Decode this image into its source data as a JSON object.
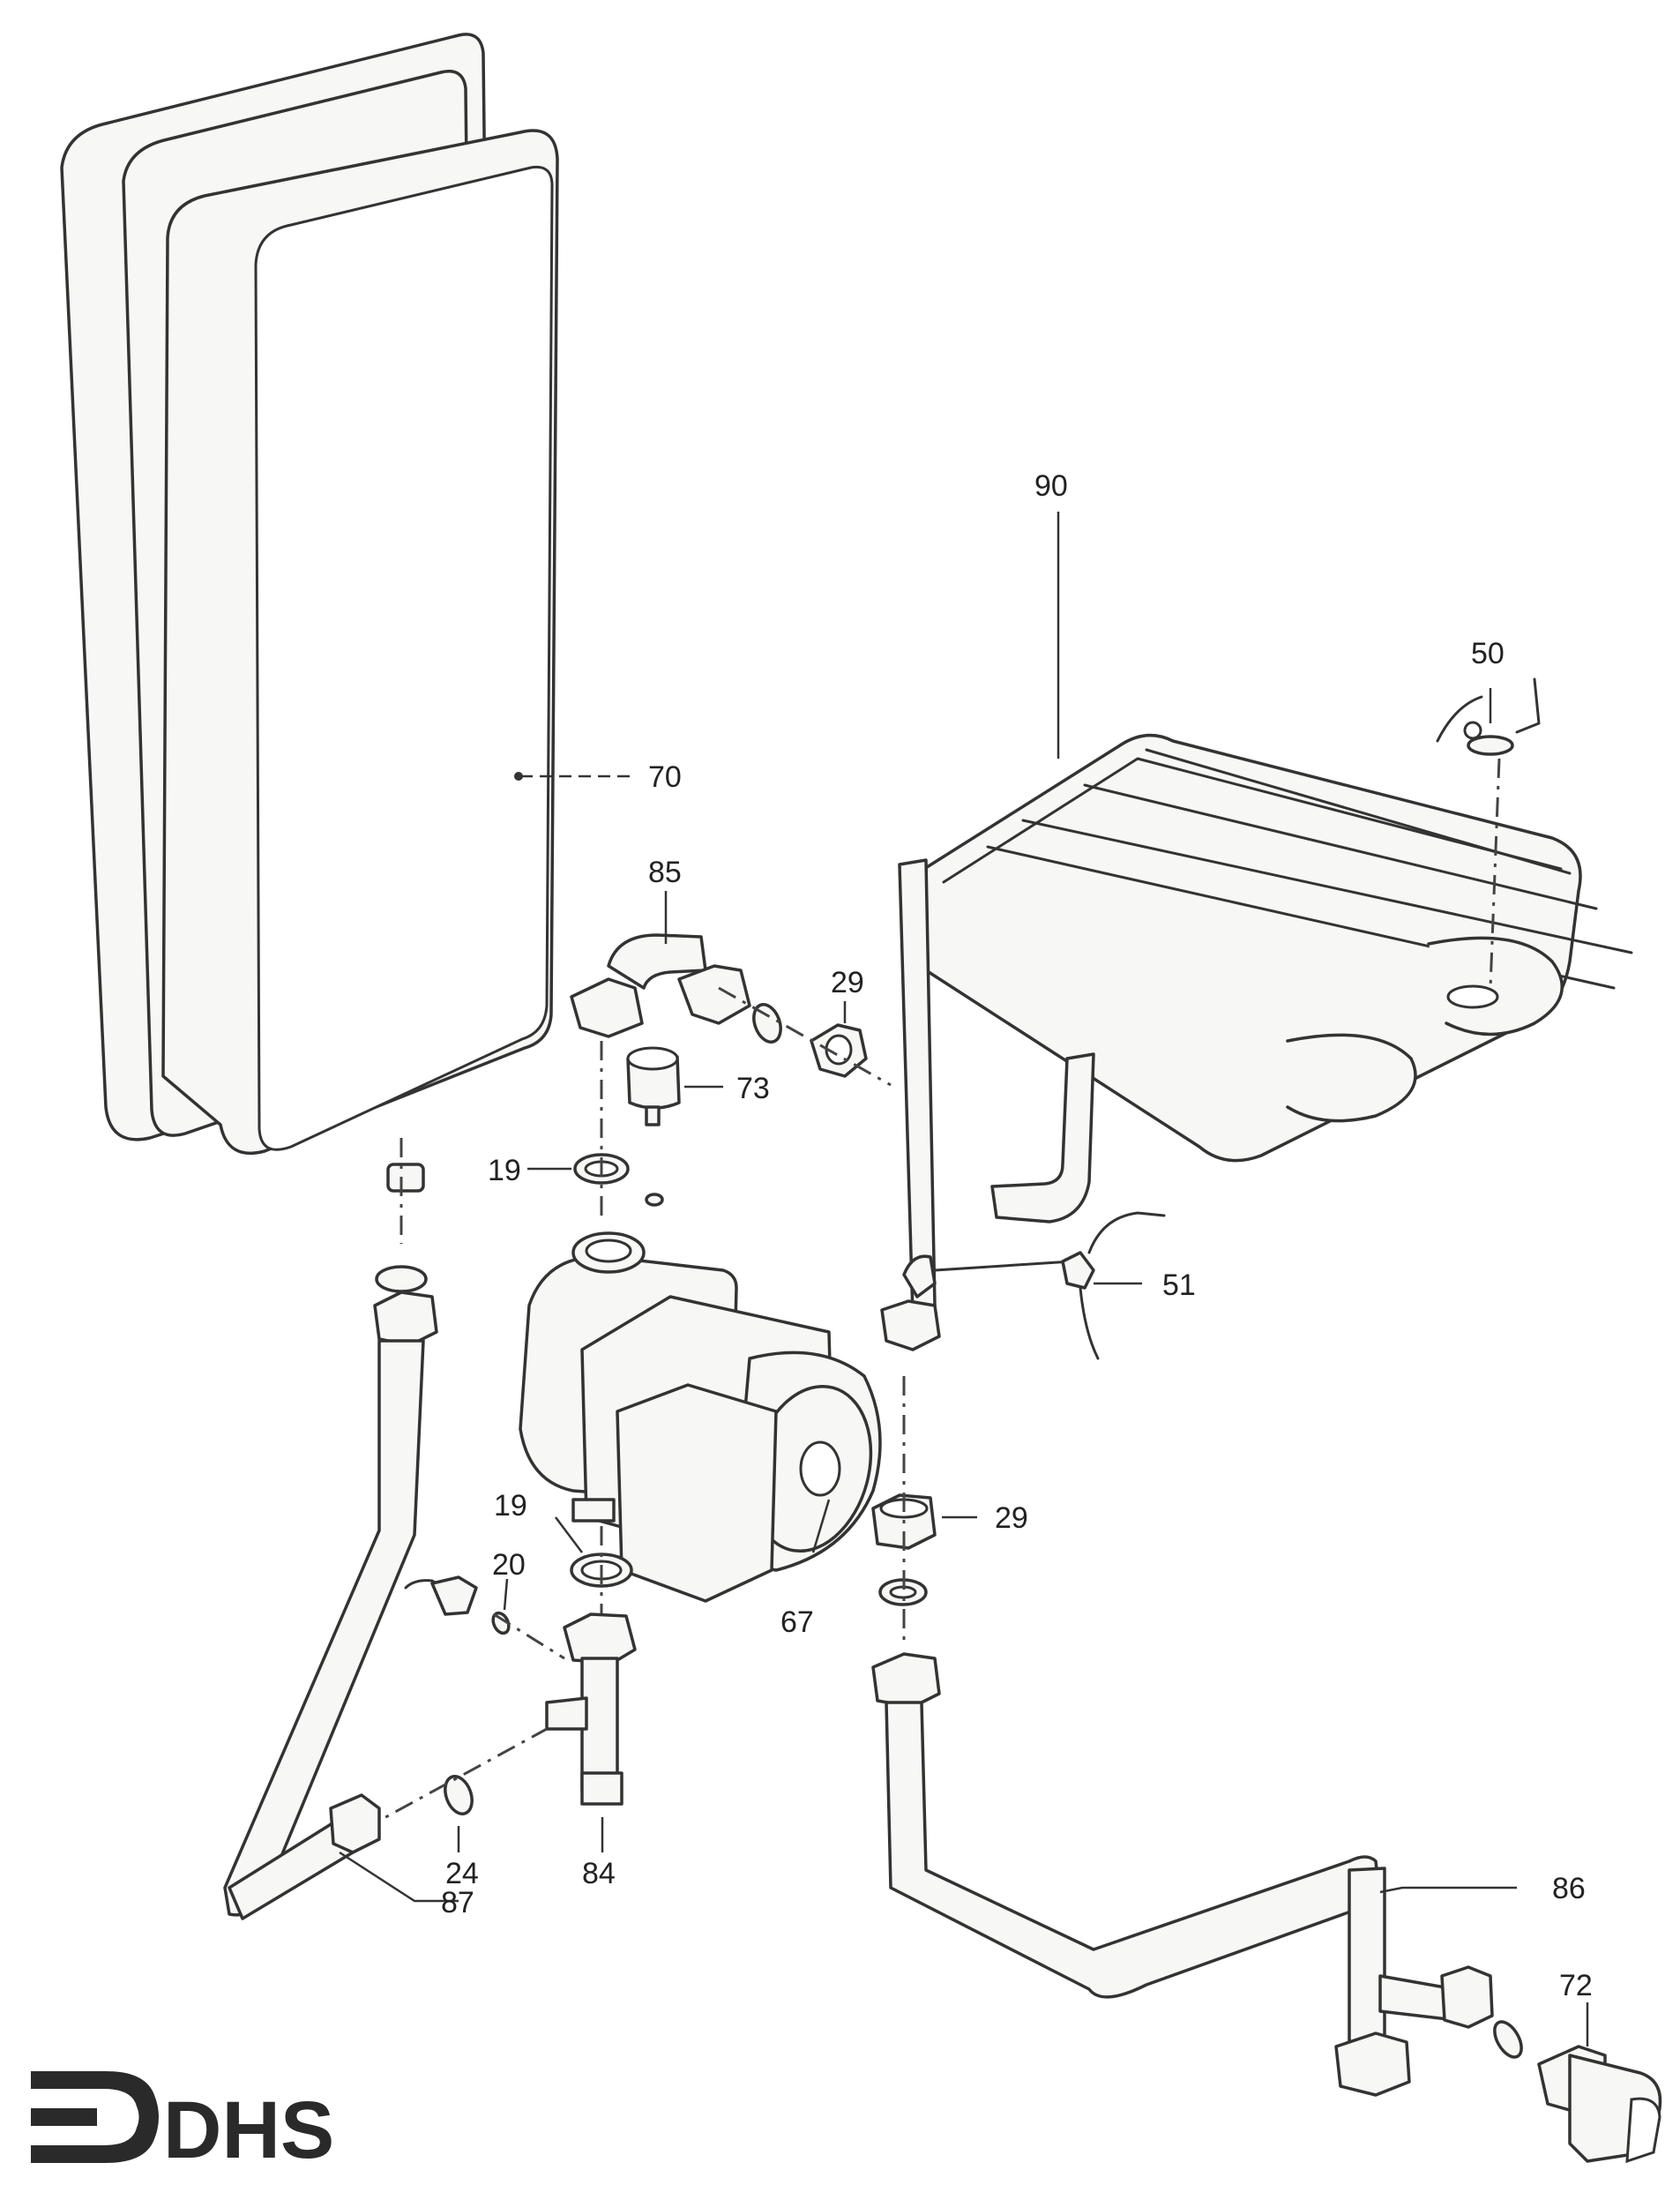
{
  "callouts": {
    "c90": "90",
    "c50": "50",
    "c70": "70",
    "c85": "85",
    "c29a": "29",
    "c73": "73",
    "c19a": "19",
    "c51": "51",
    "c19b": "19",
    "c29b": "29",
    "c20": "20",
    "c67": "67",
    "c24": "24",
    "c84": "84",
    "c87": "87",
    "c86": "86",
    "c72": "72"
  },
  "logo": {
    "text": "DHS"
  },
  "colors": {
    "ink": "#333333",
    "paper": "#ffffff"
  }
}
